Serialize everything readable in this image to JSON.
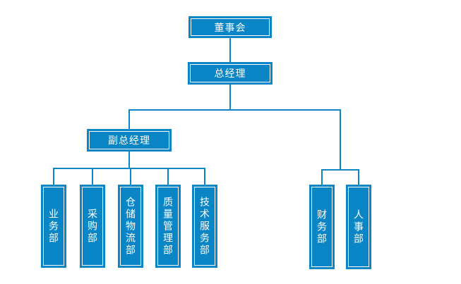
{
  "org_chart": {
    "type": "organization-chart",
    "colors": {
      "box_fill": "#0a86c6",
      "box_inner_border": "#ffffff",
      "text": "#ffffff",
      "connector": "#0a86c6",
      "background": "#ffffff"
    },
    "nodes": {
      "board": {
        "label": "董事会"
      },
      "general_manager": {
        "label": "总经理"
      },
      "deputy_general_manager": {
        "label": "副总经理"
      },
      "business": {
        "label": "业务部"
      },
      "purchasing": {
        "label": "采购部"
      },
      "warehouse_logistics": {
        "label": "仓储物流部"
      },
      "quality_management": {
        "label": "质量管理部"
      },
      "technical_service": {
        "label": "技术服务部"
      },
      "finance": {
        "label": "财务部"
      },
      "hr": {
        "label": "人事部"
      }
    },
    "hierarchy": {
      "董事会": [
        "总经理"
      ],
      "总经理": [
        "副总经理",
        "财务部",
        "人事部"
      ],
      "副总经理": [
        "业务部",
        "采购部",
        "仓储物流部",
        "质量管理部",
        "技术服务部"
      ]
    }
  }
}
